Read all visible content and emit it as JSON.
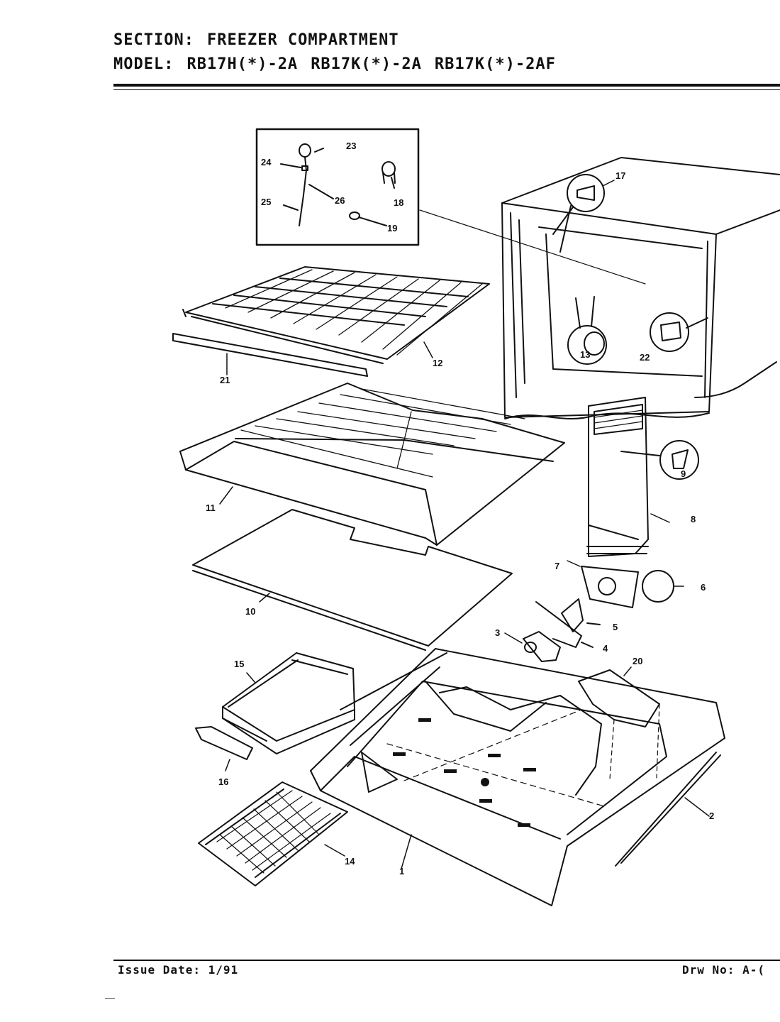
{
  "header": {
    "section_label": "SECTION:",
    "section_value": "FREEZER COMPARTMENT",
    "model_label": "MODEL:",
    "models": [
      "RB17H(*)-2A",
      "RB17K(*)-2A",
      "RB17K(*)-2AF"
    ]
  },
  "footer": {
    "issue_label": "Issue Date:",
    "issue_value": "1/91",
    "drw_label": "Drw No:",
    "drw_value": "A-("
  },
  "callouts": {
    "c1": "1",
    "c2": "2",
    "c3": "3",
    "c4": "4",
    "c5": "5",
    "c6": "6",
    "c7": "7",
    "c8": "8",
    "c9": "9",
    "c10": "10",
    "c11": "11",
    "c12": "12",
    "c13": "13",
    "c14": "14",
    "c15": "15",
    "c16": "16",
    "c17": "17",
    "c18": "18",
    "c19": "19",
    "c20": "20",
    "c21": "21",
    "c22": "22",
    "c23": "23",
    "c24": "24",
    "c25": "25",
    "c26": "26"
  },
  "colors": {
    "ink": "#111111",
    "paper": "#ffffff"
  }
}
